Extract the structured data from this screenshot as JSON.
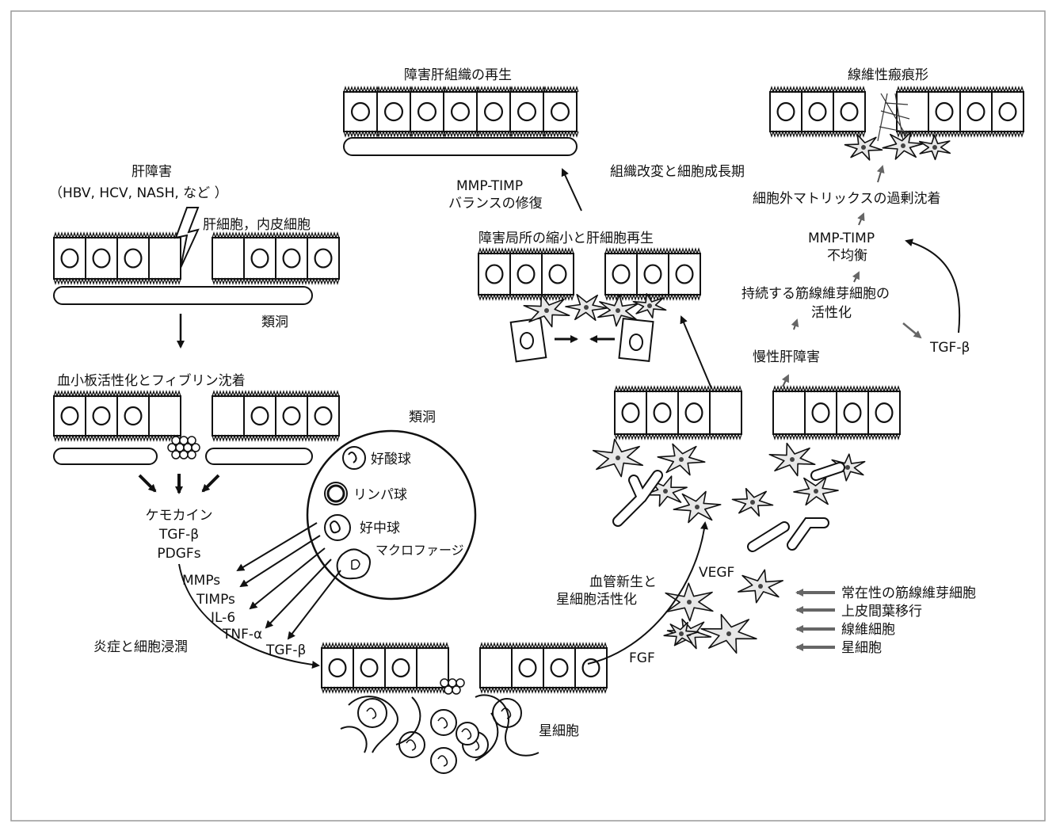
{
  "diagram": {
    "labels": {
      "liver_injury": "肝障害",
      "causes": "（HBV, HCV, NASH, など ）",
      "target_cells": "肝細胞，内皮細胞",
      "sinusoid": "類洞",
      "platelet": "血小板活性化とフィブリン沈着",
      "chemokine": "ケモカイン",
      "tgfb": "TGF-β",
      "pdgfs": "PDGFs",
      "circle_title": "類洞",
      "eosinophil": "好酸球",
      "lymphocyte": "リンパ球",
      "neutrophil": "好中球",
      "macrophage": "マクロファージ",
      "mmps": "MMPs",
      "timps": "TIMPs",
      "il6": "IL-6",
      "tnfa": "TNF-α",
      "tgfb2": "TGF-β",
      "inflammation": "炎症と細胞浸潤",
      "stellate": "星細胞",
      "regen_title": "障害肝組織の再生",
      "mmp_timp_repair1": "MMP-TIMP",
      "mmp_timp_repair2": "バランスの修復",
      "shrink": "障害局所の縮小と肝細胞再生",
      "fibrotic_scar": "線維性瘢痕形",
      "remodel": "組織改変と細胞成長期",
      "ecm": "細胞外マトリックスの過剰沈着",
      "mmp_timp_imbalance1": "MMP-TIMP",
      "mmp_timp_imbalance2": "不均衡",
      "persistent1": "持続する筋線維芽細胞の",
      "persistent2": "活性化",
      "tgfb3": "TGF-β",
      "chronic": "慢性肝障害",
      "angio1": "血管新生と",
      "angio2": "星細胞活性化",
      "vegf": "VEGF",
      "fgf": "FGF",
      "src1": "常在性の筋線維芽細胞",
      "src2": "上皮間葉移行",
      "src3": "線維細胞",
      "src4": "星細胞"
    }
  }
}
